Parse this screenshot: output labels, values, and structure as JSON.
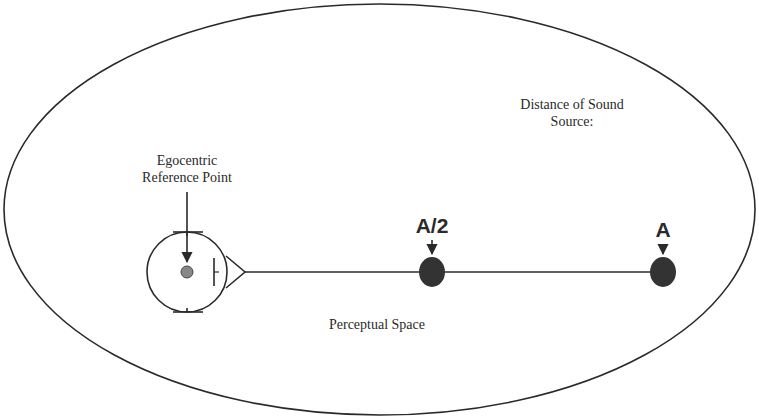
{
  "diagram": {
    "nodes": [
      {
        "text": [
          "Perceptual Space"
        ]
      }
    ],
    "labels": [
      "Egocentric Reference Point",
      "Distance of Sound Source:",
      "A/2",
      "A"
    ]
  }
}
